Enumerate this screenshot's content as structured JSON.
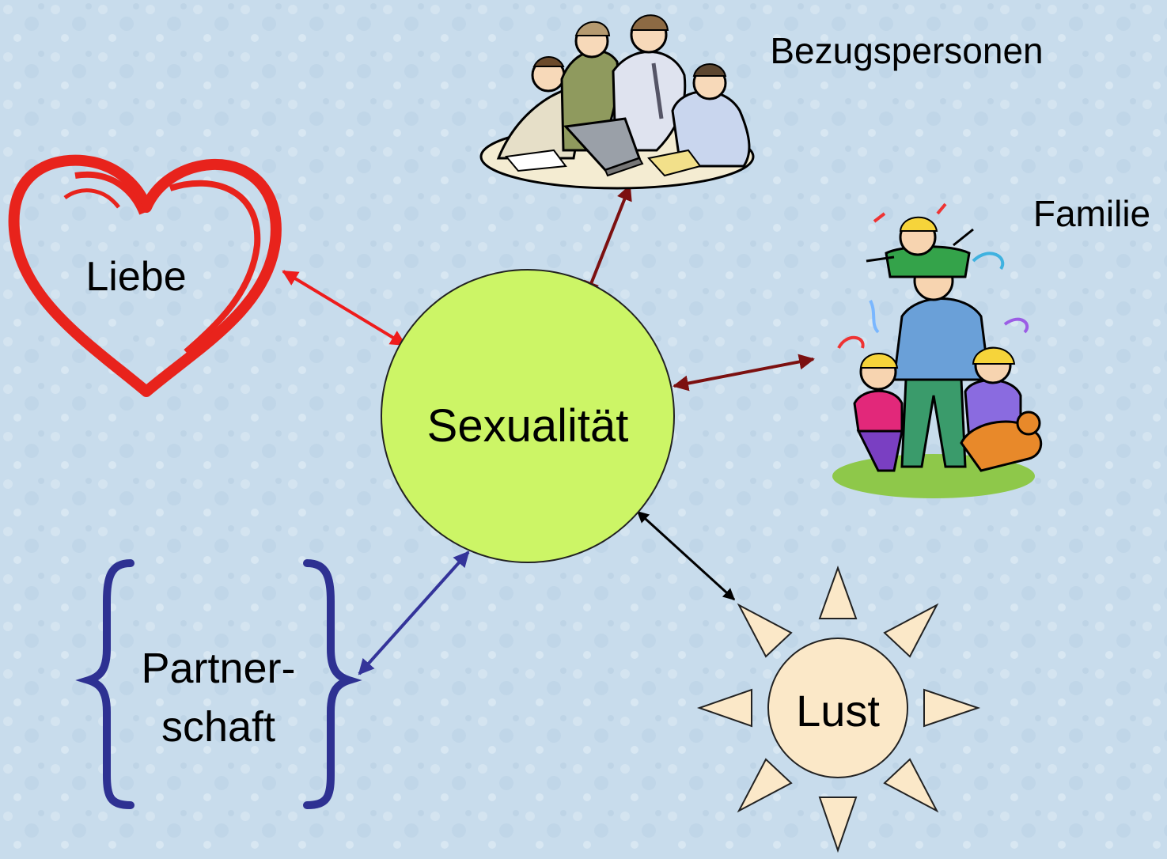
{
  "diagram": {
    "center": {
      "label": "Sexualität"
    },
    "nodes": {
      "liebe": {
        "label": "Liebe"
      },
      "bezugspersonen": {
        "label": "Bezugspersonen"
      },
      "familie": {
        "label": "Familie"
      },
      "partnerschaft": {
        "line1": "Partner-",
        "line2": "schaft"
      },
      "lust": {
        "label": "Lust"
      }
    },
    "icons": {
      "heart": "heart-icon",
      "meeting": "meeting-people-icon",
      "family": "family-icon",
      "braces": "curly-braces-icon",
      "sun": "sun-icon"
    },
    "colors": {
      "background": "#c8dcec",
      "center_fill": "#ccf566",
      "heart": "#e8231c",
      "arrow_liebe": "#ee1c1c",
      "arrow_dark_red": "#7c1010",
      "arrow_partnerschaft": "#34349a",
      "arrow_lust": "#000000",
      "braces": "#2e3192",
      "sun_fill": "#fbe8c8"
    }
  }
}
